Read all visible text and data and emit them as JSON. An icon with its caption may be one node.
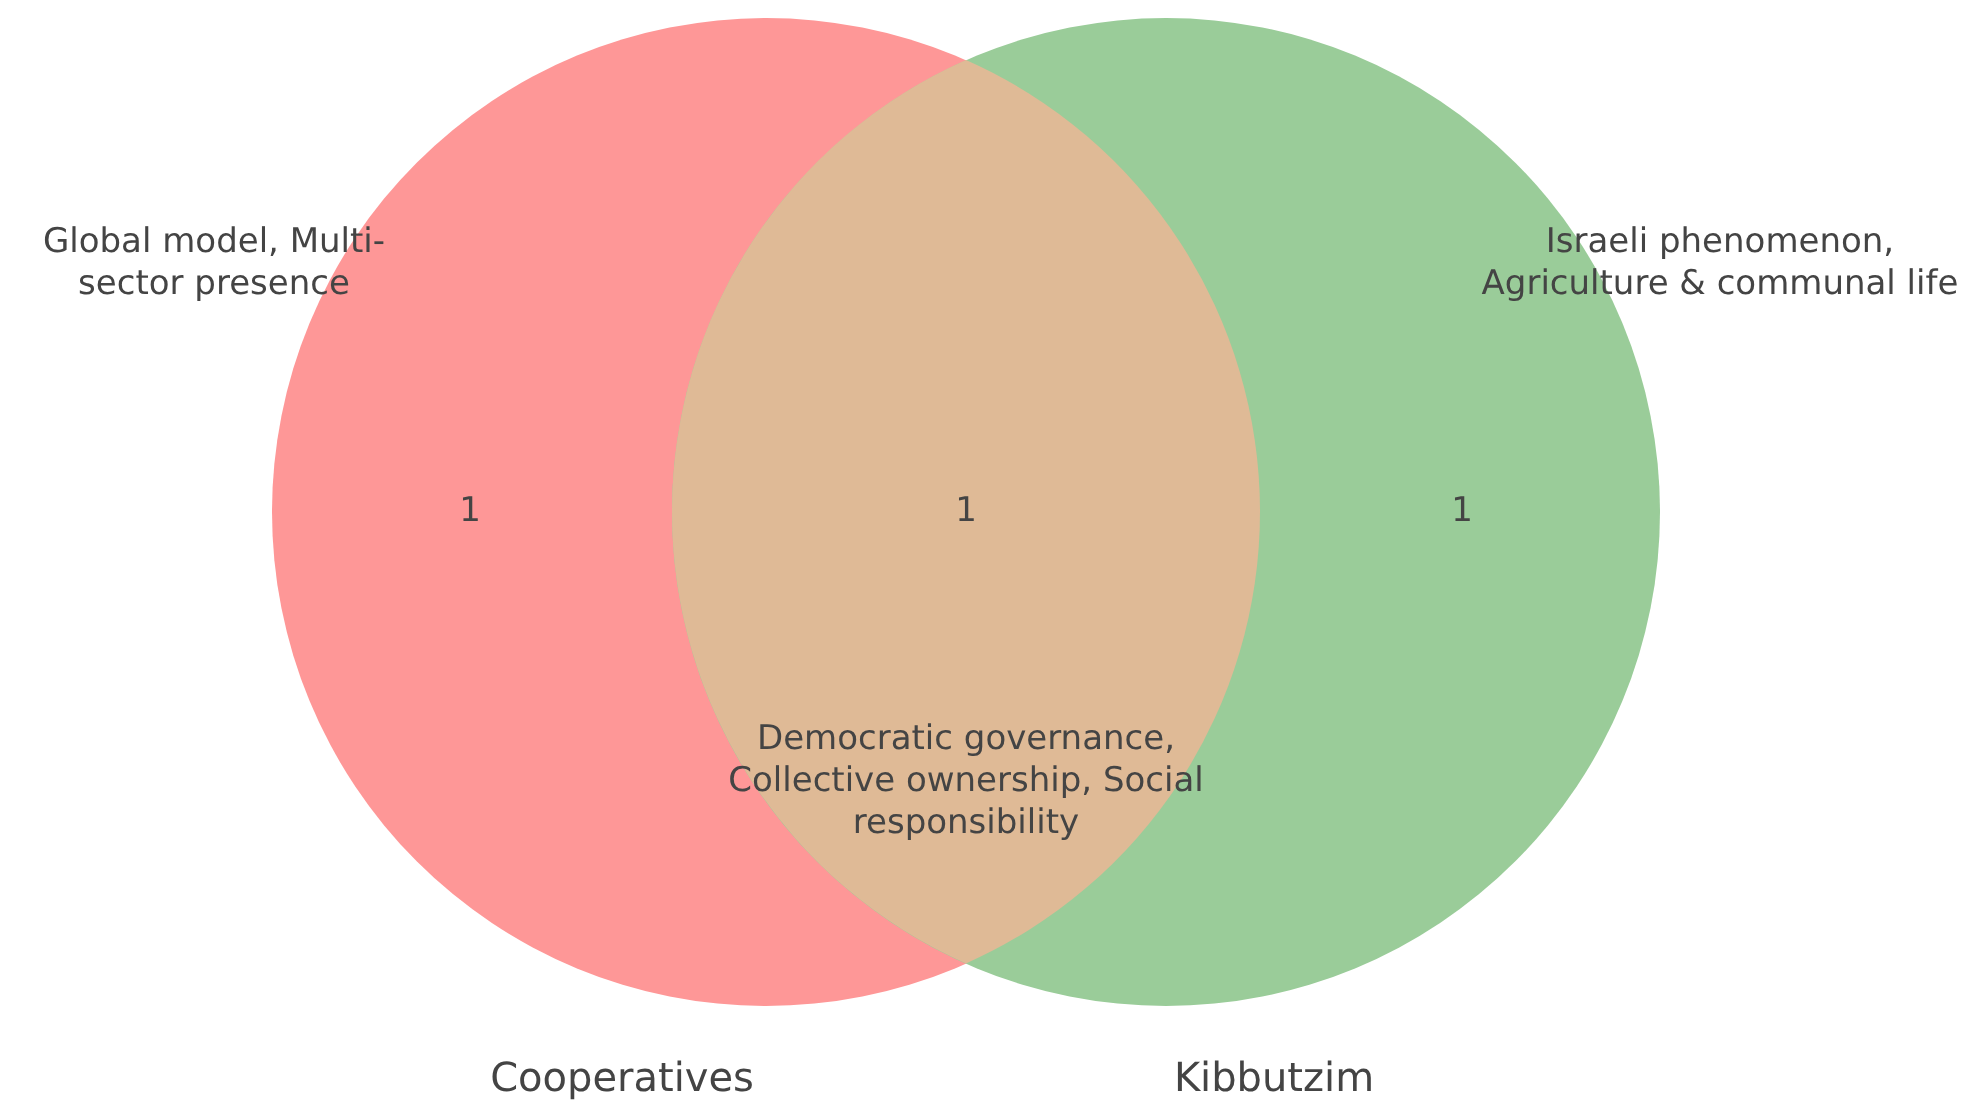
{
  "diagram": {
    "nodes": [
      {
        "text": [
          "Cooperatives",
          "1"
        ]
      },
      {
        "text": [
          "Kibbutzim",
          "1"
        ]
      },
      {
        "text": [
          "1",
          "Democratic governance, Collective ownership, Social responsibility"
        ]
      }
    ],
    "edges": [],
    "labels": [
      "Global model, Multi-sector presence",
      "Israeli phenomenon, Agriculture & communal life"
    ]
  }
}
